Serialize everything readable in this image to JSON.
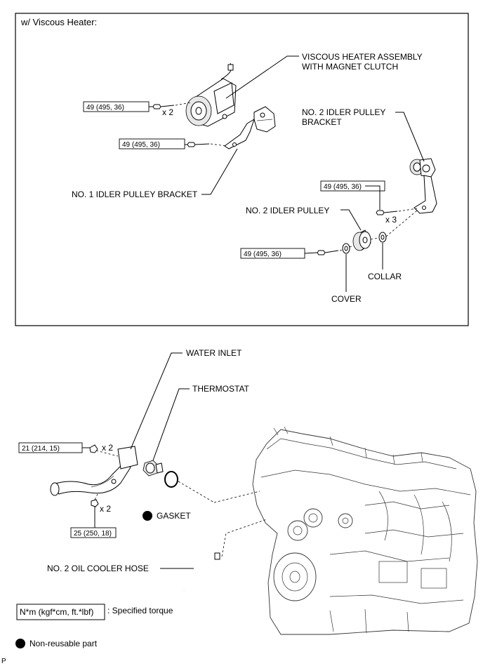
{
  "section_header": "w/ Viscous Heater:",
  "labels": {
    "viscous_heater_line1": "VISCOUS HEATER ASSEMBLY",
    "viscous_heater_line2": "WITH MAGNET CLUTCH",
    "no2_idler_bracket_line1": "NO. 2 IDLER PULLEY",
    "no2_idler_bracket_line2": "BRACKET",
    "no1_idler_bracket": "NO. 1 IDLER PULLEY BRACKET",
    "no2_idler_pulley": "NO. 2 IDLER PULLEY",
    "collar": "COLLAR",
    "cover": "COVER",
    "water_inlet": "WATER INLET",
    "thermostat": "THERMOSTAT",
    "gasket": "GASKET",
    "no2_oil_cooler_hose": "NO. 2 OIL COOLER HOSE"
  },
  "torques": {
    "heater_bolts": "49 (495, 36)",
    "bracket1_bolt": "49 (495, 36)",
    "bracket2_bolts": "49 (495, 36)",
    "pulley_bolt": "49 (495, 36)",
    "inlet_upper": "21 (214, 15)",
    "inlet_lower": "25 (250, 18)"
  },
  "quantities": {
    "heater_bolts": "x 2",
    "bracket2_bolts": "x 3",
    "inlet_upper": "x 2",
    "inlet_lower": "x 2"
  },
  "legend": {
    "torque_box": "N*m (kgf*cm, ft.*lbf)",
    "torque_text": ": Specified torque",
    "nonreusable_text": "Non-reusable part"
  },
  "corner_mark": "P"
}
